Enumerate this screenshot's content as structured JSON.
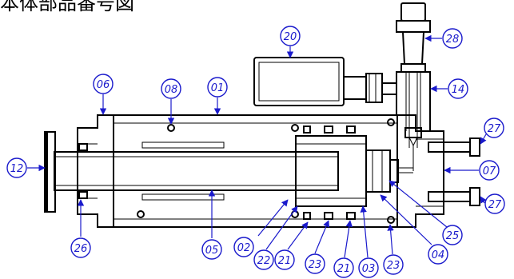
{
  "title": "本体部品番号図",
  "labels": [
    {
      "id": "label-20",
      "text": "20"
    },
    {
      "id": "label-28",
      "text": "28"
    },
    {
      "id": "label-06",
      "text": "06"
    },
    {
      "id": "label-08",
      "text": "08"
    },
    {
      "id": "label-01",
      "text": "01"
    },
    {
      "id": "label-14",
      "text": "14"
    },
    {
      "id": "label-27-top",
      "text": "27"
    },
    {
      "id": "label-12",
      "text": "12"
    },
    {
      "id": "label-07",
      "text": "07"
    },
    {
      "id": "label-27-bottom",
      "text": "27"
    },
    {
      "id": "label-25",
      "text": "25"
    },
    {
      "id": "label-26",
      "text": "26"
    },
    {
      "id": "label-05",
      "text": "05"
    },
    {
      "id": "label-02",
      "text": "02"
    },
    {
      "id": "label-22",
      "text": "22"
    },
    {
      "id": "label-21-left",
      "text": "21"
    },
    {
      "id": "label-23-left",
      "text": "23"
    },
    {
      "id": "label-21-right",
      "text": "21"
    },
    {
      "id": "label-03",
      "text": "03"
    },
    {
      "id": "label-23-right",
      "text": "23"
    },
    {
      "id": "label-04",
      "text": "04"
    }
  ],
  "colors": {
    "label": "#1a1acc",
    "line": "#000000"
  }
}
